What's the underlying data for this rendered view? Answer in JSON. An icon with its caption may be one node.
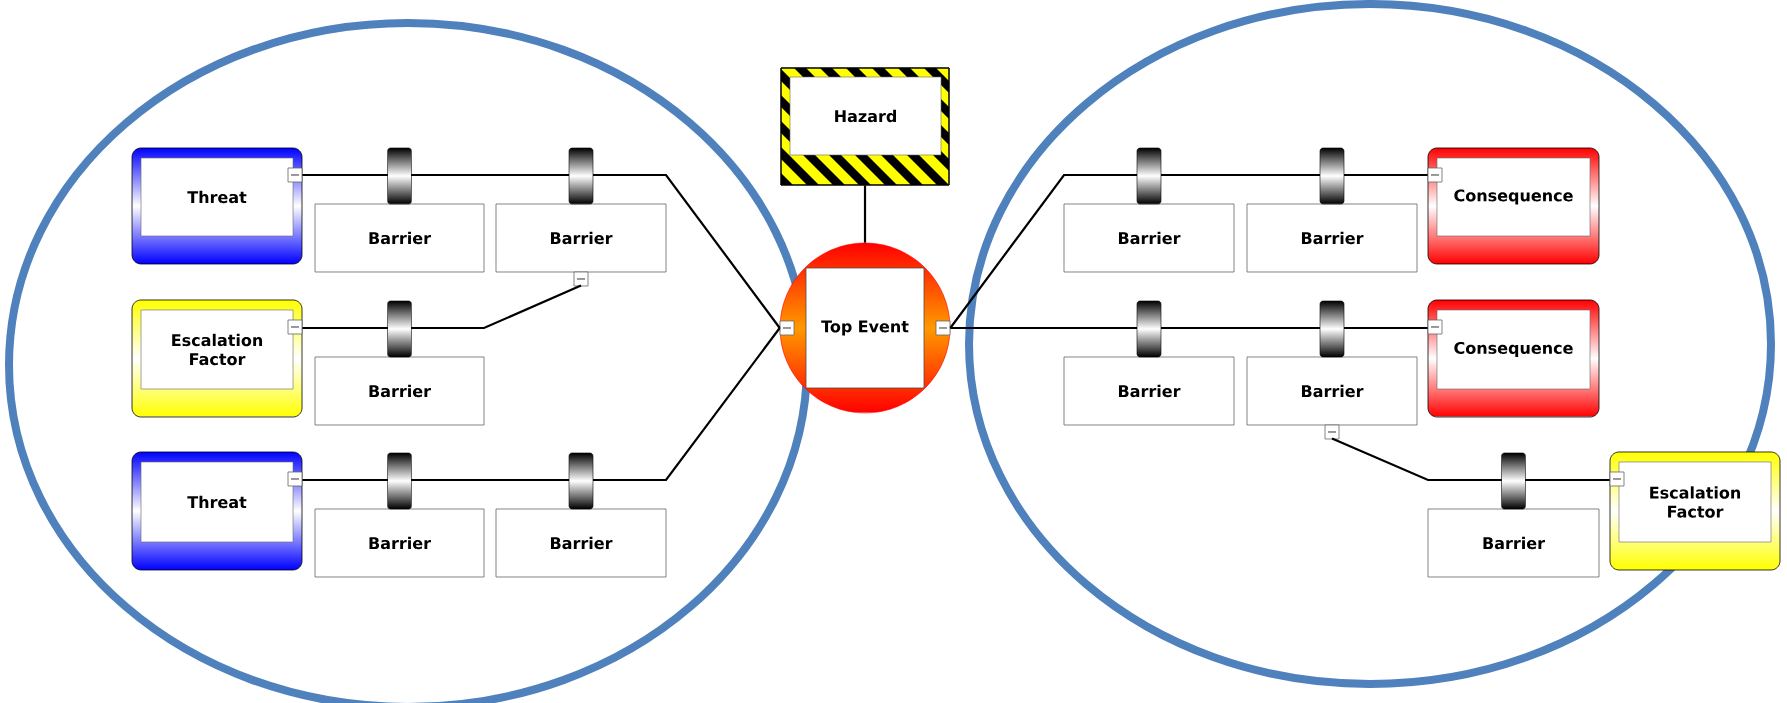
{
  "diagram": {
    "nodes": [
      {
        "text": [
          "Threat"
        ]
      },
      {
        "text": [
          "Barrier"
        ]
      },
      {
        "text": [
          "Barrier"
        ]
      },
      {
        "text": [
          "Escalation Factor"
        ]
      },
      {
        "text": [
          "Barrier"
        ]
      },
      {
        "text": [
          "Threat"
        ]
      },
      {
        "text": [
          "Barrier"
        ]
      },
      {
        "text": [
          "Barrier"
        ]
      },
      {
        "text": [
          "Hazard"
        ]
      },
      {
        "text": [
          "Top Event"
        ]
      },
      {
        "text": [
          "Barrier"
        ]
      },
      {
        "text": [
          "Barrier"
        ]
      },
      {
        "text": [
          "Consequence"
        ]
      },
      {
        "text": [
          "Barrier"
        ]
      },
      {
        "text": [
          "Barrier"
        ]
      },
      {
        "text": [
          "Consequence"
        ]
      },
      {
        "text": [
          "Barrier"
        ]
      },
      {
        "text": [
          "Escalation Factor"
        ]
      }
    ],
    "edges": [
      {
        "from": 0,
        "to": 9,
        "arrow": "none"
      },
      {
        "from": 3,
        "to": 2,
        "arrow": "none"
      },
      {
        "from": 5,
        "to": 9,
        "arrow": "none"
      },
      {
        "from": 8,
        "to": 9,
        "arrow": "none"
      },
      {
        "from": 9,
        "to": 12,
        "arrow": "none"
      },
      {
        "from": 9,
        "to": 15,
        "arrow": "none"
      },
      {
        "from": 17,
        "to": 14,
        "arrow": "none"
      }
    ]
  }
}
